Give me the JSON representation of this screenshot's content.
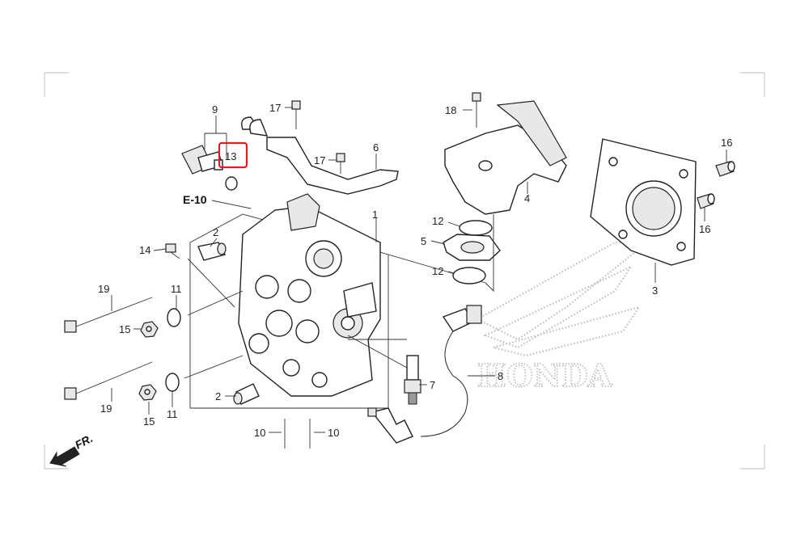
{
  "diagram": {
    "reference_label": "E-10",
    "front_label": "FR.",
    "watermark": "HONDA",
    "highlight_color": "#e31b23",
    "callouts": [
      {
        "id": "c9",
        "text": "9"
      },
      {
        "id": "c13",
        "text": "13",
        "highlighted": true
      },
      {
        "id": "c17a",
        "text": "17"
      },
      {
        "id": "c17b",
        "text": "17"
      },
      {
        "id": "c6",
        "text": "6"
      },
      {
        "id": "c18",
        "text": "18"
      },
      {
        "id": "c4",
        "text": "4"
      },
      {
        "id": "c16a",
        "text": "16"
      },
      {
        "id": "c16b",
        "text": "16"
      },
      {
        "id": "c1",
        "text": "1"
      },
      {
        "id": "c12a",
        "text": "12"
      },
      {
        "id": "c5",
        "text": "5"
      },
      {
        "id": "c12b",
        "text": "12"
      },
      {
        "id": "c3",
        "text": "3"
      },
      {
        "id": "c14",
        "text": "14"
      },
      {
        "id": "c2a",
        "text": "2"
      },
      {
        "id": "c19a",
        "text": "19"
      },
      {
        "id": "c11a",
        "text": "11"
      },
      {
        "id": "c15a",
        "text": "15"
      },
      {
        "id": "c7",
        "text": "7"
      },
      {
        "id": "c8",
        "text": "8"
      },
      {
        "id": "c2b",
        "text": "2"
      },
      {
        "id": "c19b",
        "text": "19"
      },
      {
        "id": "c15b",
        "text": "15"
      },
      {
        "id": "c11b",
        "text": "11"
      },
      {
        "id": "c10a",
        "text": "10"
      },
      {
        "id": "c10b",
        "text": "10"
      }
    ]
  }
}
